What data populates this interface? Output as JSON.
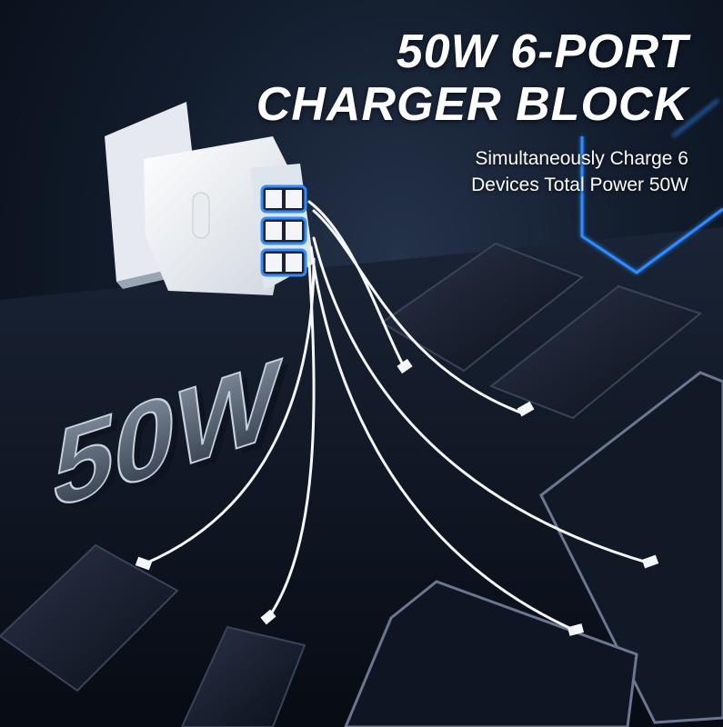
{
  "headline": {
    "line1": "50W 6-PORT",
    "line2": "CHARGER BLOCK"
  },
  "subtitle": {
    "line1": "Simultaneously Charge 6",
    "line2": "Devices Total Power 50W"
  },
  "emblem": {
    "text": "50W"
  },
  "colors": {
    "background": "#0b1420",
    "neon": "#2f8cff",
    "charger": "#f2f4f7",
    "cable": "#f5f7fa"
  }
}
